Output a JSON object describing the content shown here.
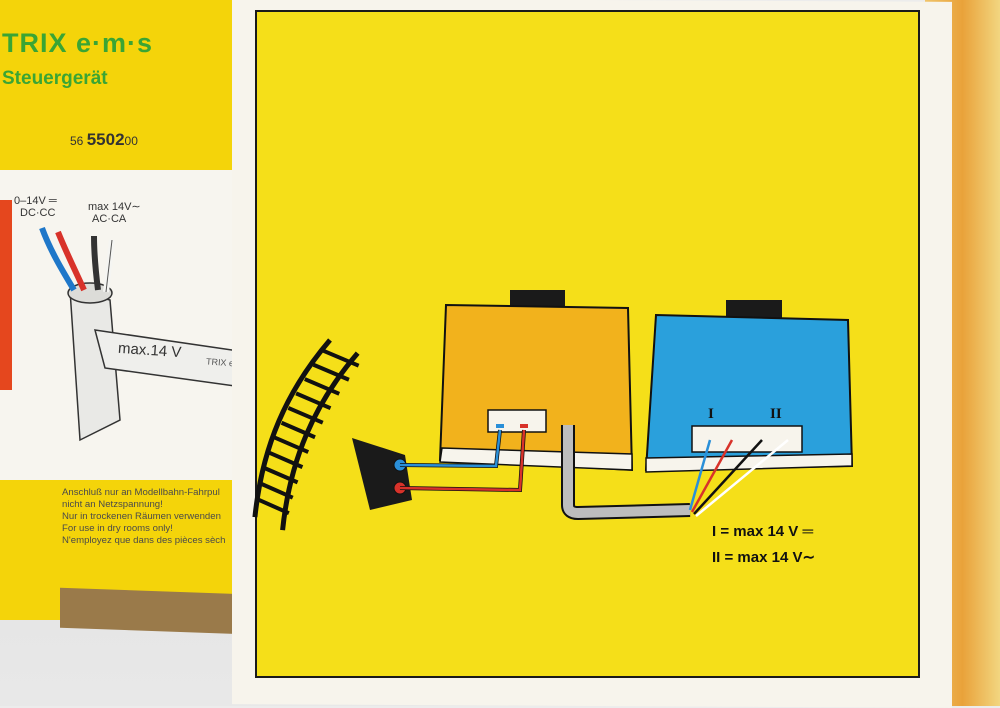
{
  "back_box": {
    "brand": "TRIX e·m·s",
    "product": "Steuergerät",
    "article_prefix": "56",
    "article_number": "5502",
    "article_suffix": "00",
    "dc_label": "0–14V ═",
    "dc_sub": "DC·CC",
    "ac_label": "max 14V∼",
    "ac_sub": "AC·CA",
    "cable_label": "max.14 V",
    "cable_brand": "TRIX e·m·s",
    "notes": [
      "Anschluß nur an Modellbahn-Fahrpul",
      "nicht an Netzspannung!",
      "Nur in trockenen Räumen verwenden",
      "For use in dry rooms only!",
      "N'employez que dans des pièces sèch"
    ]
  },
  "front_box": {
    "terminal_1": "I",
    "terminal_2": "II",
    "legend_1": "I = max 14 V ═",
    "legend_2": "II = max 14 V∼"
  },
  "colors": {
    "yellow": "#f5df19",
    "orange_controller": "#f2b21c",
    "blue_transformer": "#2aa0dc",
    "wire_blue": "#2a8fd8",
    "wire_red": "#d8322a",
    "brand_green": "#3aa534"
  }
}
